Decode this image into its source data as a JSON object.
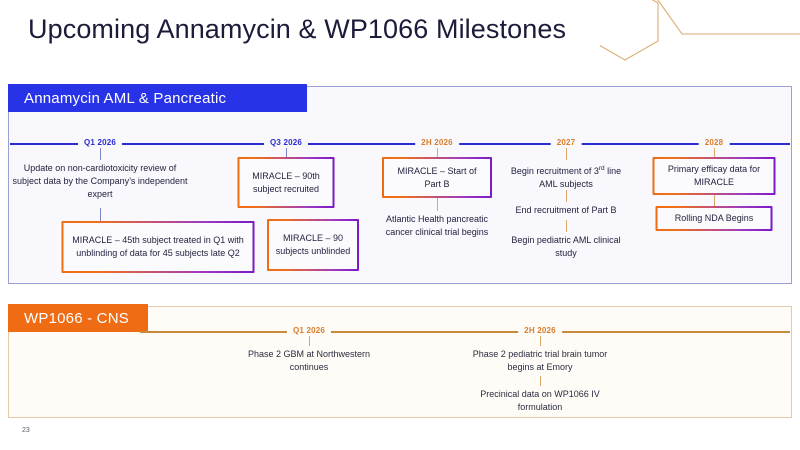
{
  "slide": {
    "title": "Upcoming Annamycin & WP1066 Milestones",
    "page_number": "23",
    "colors": {
      "title_text": "#1b1b3a",
      "aml_tab_bg": "#2833e8",
      "cns_tab_bg": "#ef6c15",
      "aml_axis": "#2b2bd0",
      "cns_axis": "#c98a3d",
      "box_border_start": "#ef6c15",
      "box_border_end": "#7b19c7",
      "aml_panel_bg": "#f8f8fd",
      "cns_panel_bg": "#fffcf7"
    }
  },
  "aml_section": {
    "tab_label": "Annamycin AML & Pancreatic",
    "milestones": [
      {
        "period": "Q1 2026",
        "period_color": "blue",
        "items": [
          {
            "kind": "text",
            "text": "Update on non-cardiotoxicity review of subject data by the Company’s independent expert"
          },
          {
            "kind": "box",
            "text": "MIRACLE – 45th subject treated in Q1 with unblinding of data for 45 subjects late Q2"
          }
        ]
      },
      {
        "period": "Q3 2026",
        "period_color": "blue",
        "items": [
          {
            "kind": "box",
            "text": "MIRACLE – 90th subject recruited"
          },
          {
            "kind": "box",
            "text": "MIRACLE – 90 subjects unblinded"
          }
        ]
      },
      {
        "period": "2H 2026",
        "period_color": "orange",
        "items": [
          {
            "kind": "box",
            "text": "MIRACLE – Start of Part B"
          },
          {
            "kind": "text",
            "text": "Atlantic Health pancreatic cancer clinical trial begins"
          }
        ]
      },
      {
        "period": "2027",
        "period_color": "orange",
        "items": [
          {
            "kind": "text",
            "text": "Begin recruitment of 3rd line AML subjects"
          },
          {
            "kind": "text",
            "text": "End recruitment of Part B"
          },
          {
            "kind": "text",
            "text": "Begin pediatric AML clinical study"
          }
        ]
      },
      {
        "period": "2028",
        "period_color": "orange",
        "items": [
          {
            "kind": "box",
            "text": "Primary efficay data for MIRACLE"
          },
          {
            "kind": "box",
            "text": "Rolling NDA Begins"
          }
        ]
      }
    ]
  },
  "cns_section": {
    "tab_label": "WP1066 - CNS",
    "milestones": [
      {
        "period": "Q1 2026",
        "period_color": "orange",
        "items": [
          {
            "kind": "text",
            "text": "Phase 2 GBM at Northwestern continues"
          }
        ]
      },
      {
        "period": "2H 2026",
        "period_color": "orange",
        "items": [
          {
            "kind": "text",
            "text": "Phase 2 pediatric trial brain tumor begins at Emory"
          },
          {
            "kind": "text",
            "text": "Precinical data on WP1066 IV formulation"
          }
        ]
      }
    ]
  }
}
